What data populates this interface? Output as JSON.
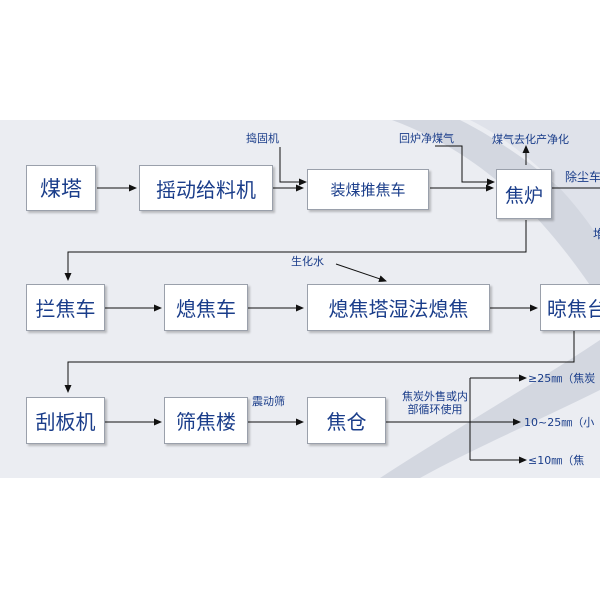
{
  "nodes": {
    "coal_tower": "煤塔",
    "shaker_feeder": "摇动给料机",
    "charging_car": "装煤推焦车",
    "coke_oven": "焦炉",
    "coke_guide_car": "拦焦车",
    "quench_car": "熄焦车",
    "wet_quench_tower": "熄焦塔湿法熄焦",
    "coke_wharf": "晾焦台",
    "scraper": "刮板机",
    "screening_building": "筛焦楼",
    "coke_bin": "焦仓"
  },
  "labels": {
    "tamper": "捣固机",
    "return_gas": "回炉净煤气",
    "gas_purify": "煤气去化产净化",
    "dedust": "除尘车",
    "dedust_cut": "堆",
    "biochem_water": "生化水",
    "vibrating_screen": "震动筛",
    "coke_sale_1": "焦炭外售或内",
    "coke_sale_2": "部循环使用",
    "size_large": "≥25㎜（焦炭",
    "size_mid": "10~25㎜（小",
    "size_small": "≤10㎜（焦"
  },
  "colors": {
    "text": "#1a3d8a",
    "background_band": "#ebedf2",
    "watermark": "#d3d7e0",
    "arrow": "#111111"
  }
}
